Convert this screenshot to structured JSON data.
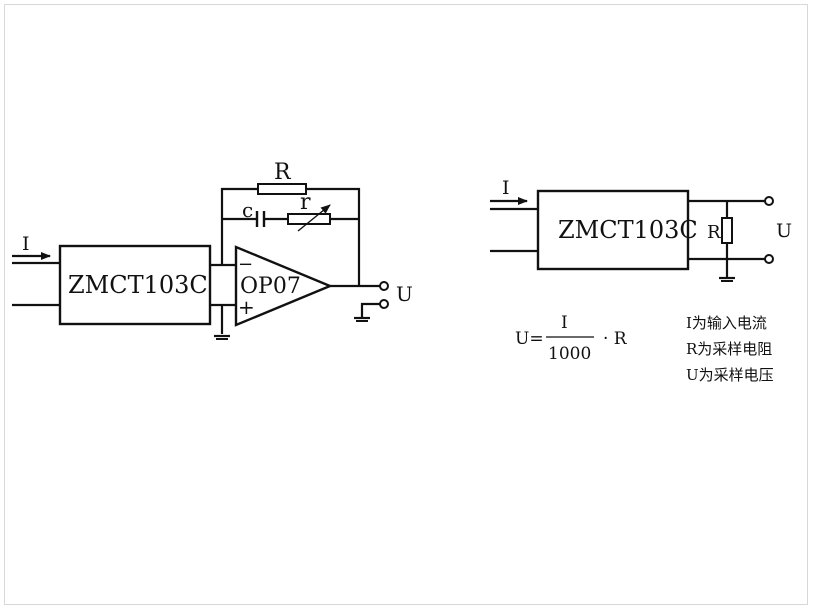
{
  "circuit_amp": {
    "input_label": "I",
    "sensor_label": "ZMCT103C",
    "opamp_label": "OP07",
    "minus_label": "−",
    "plus_label": "+",
    "feedback_resistor_label": "R",
    "capacitor_label": "c",
    "variable_resistor_label": "r",
    "output_label": "U"
  },
  "circuit_shunt": {
    "input_label": "I",
    "sensor_label": "ZMCT103C",
    "resistor_label": "R",
    "output_label": "U"
  },
  "formula": {
    "lhs": "U=",
    "numerator": "I",
    "denominator": "1000",
    "rhs": "· R"
  },
  "legend": [
    "I为输入电流",
    "R为采样电阻",
    "U为采样电压"
  ]
}
